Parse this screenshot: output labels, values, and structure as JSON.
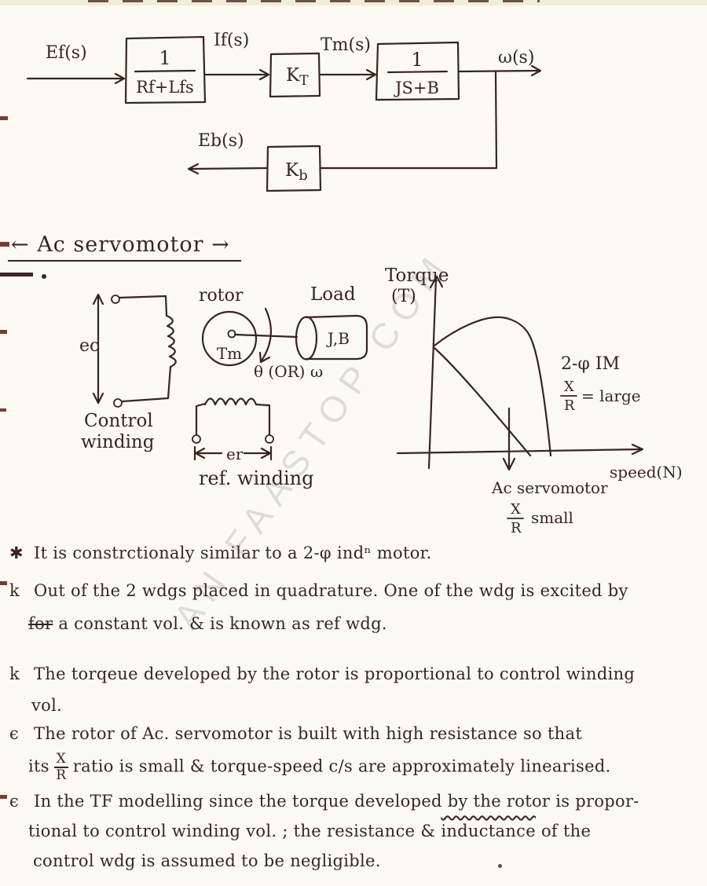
{
  "page": {
    "background": "#fcfaf3",
    "ink": "#3a241f"
  },
  "watermark": {
    "text": "AN FAASTOP COM"
  },
  "block_diagram": {
    "input": "Ef(s)",
    "field_block": {
      "num": "1",
      "den": "Rf+Lfs"
    },
    "current": "If(s)",
    "torque_gain": {
      "main": "K",
      "sub": "T"
    },
    "torque": "Tm(s)",
    "mech_block": {
      "num": "1",
      "den": "JS+B"
    },
    "output": "ω(s)",
    "back_emf": "Eb(s)",
    "back_emf_gain": {
      "main": "K",
      "sub": "b"
    }
  },
  "heading": {
    "prefix": "←",
    "text": "Ac servomotor",
    "suffix": "→"
  },
  "control_winding": {
    "voltage": "ec",
    "caption_line1": "Control",
    "caption_line2": "winding"
  },
  "rotor_assembly": {
    "rotor": "rotor",
    "torque": "Tm",
    "shaft_output": "θ (OR) ω",
    "load": "Load",
    "inertia": "J,B"
  },
  "ref_winding": {
    "voltage": "er",
    "caption": "ref. winding"
  },
  "graph": {
    "y_axis_line1": "Torque",
    "y_axis_line2": "(T)",
    "x_axis": "speed(N)",
    "im_curve": {
      "label": "2-φ IM",
      "ratio_num": "X",
      "ratio_den": "R",
      "ratio_note": "= large"
    },
    "servo_curve": {
      "label": "Ac servomotor",
      "ratio_num": "X",
      "ratio_den": "R",
      "ratio_note": "small"
    }
  },
  "notes": {
    "items": [
      {
        "marker": "✱",
        "line1": "It is constrctionaly similar to a 2-φ indⁿ motor."
      },
      {
        "marker": "k",
        "line1": "Out of the 2 wdgs placed in quadrature. One of the wdg is excited by",
        "struck": "for",
        "line2": "a constant vol. & is known as ref wdg."
      },
      {
        "marker": "k",
        "line1": "The torqeue developed by the rotor is proportional to control winding",
        "line2": "vol."
      },
      {
        "marker": "ϵ",
        "line1": "The rotor of Ac. servomotor is built with high resistance so that",
        "line2_pre": "its",
        "ratio_num": "X",
        "ratio_den": "R",
        "line2_post": "ratio is small & torque-speed c/s are approximately linearised."
      },
      {
        "marker": "ϵ",
        "line1": "In the TF modelling since the torque developed by the rotor is propor-",
        "line2_pre": "tional to control winding vol. ; the resistance &",
        "line2_overline": "inductance",
        "line2_post": "of the",
        "line3": "control wdg is assumed to be negligible."
      }
    ]
  }
}
